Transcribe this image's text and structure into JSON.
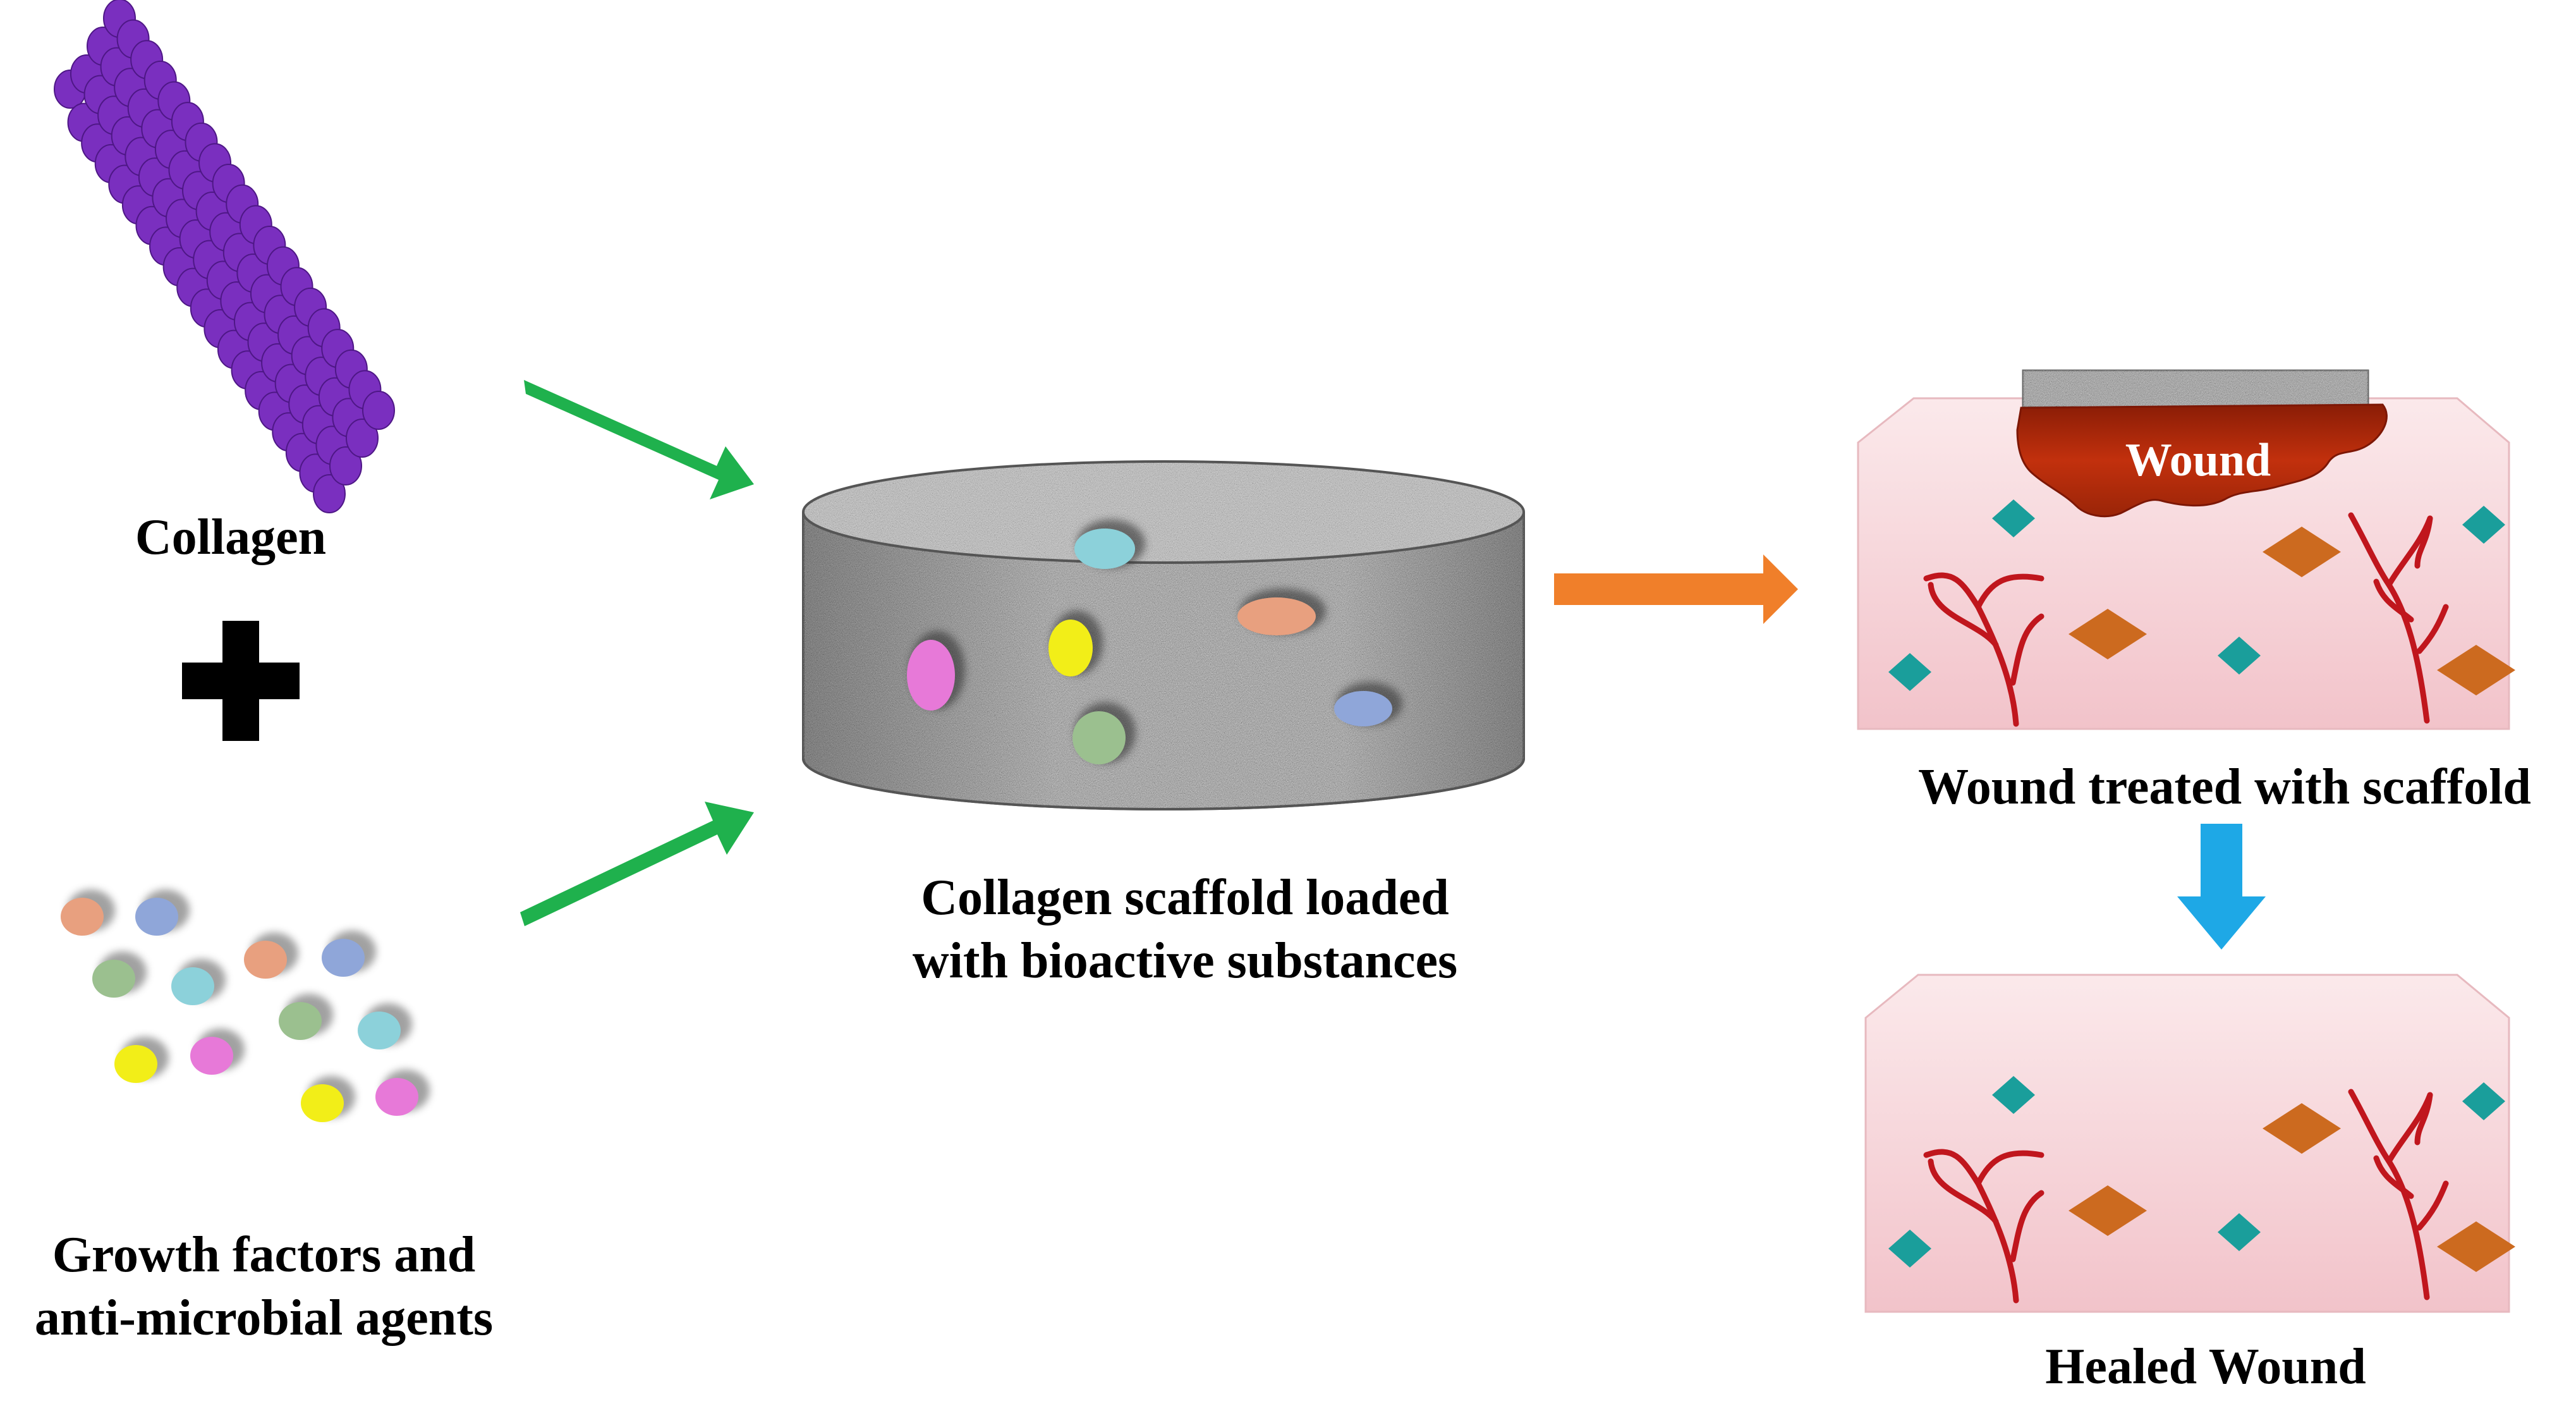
{
  "labels": {
    "collagen": "Collagen",
    "growth_factors_line1": "Growth factors and",
    "growth_factors_line2": "anti-microbial agents",
    "scaffold_line1": "Collagen scaffold loaded",
    "scaffold_line2": "with bioactive substances",
    "wound_treated": "Wound treated with scaffold",
    "healed": "Healed Wound",
    "wound": "Wound"
  },
  "colors": {
    "collagen_bead": "#7a2fbf",
    "plus_sign": "#000000",
    "green_arrow": "#1fb14d",
    "orange_arrow": "#f07f2a",
    "blue_arrow": "#1ea8e6",
    "scaffold": "#a6a6a6",
    "skin": "#f6d4d8",
    "wound": "#b52a0c",
    "vessel": "#c0161d",
    "teal_diamond": "#1a9e9b",
    "orange_diamond": "#cc6a1f",
    "particles": [
      "#e8a07f",
      "#8fa6d9",
      "#9bc08f",
      "#8cd1da",
      "#f2ee18",
      "#e779d8"
    ]
  },
  "icons": [
    "collagen-fibril-icon",
    "plus-icon",
    "particles-icon",
    "scaffold-icon",
    "skin-wound-icon",
    "healed-skin-icon"
  ]
}
